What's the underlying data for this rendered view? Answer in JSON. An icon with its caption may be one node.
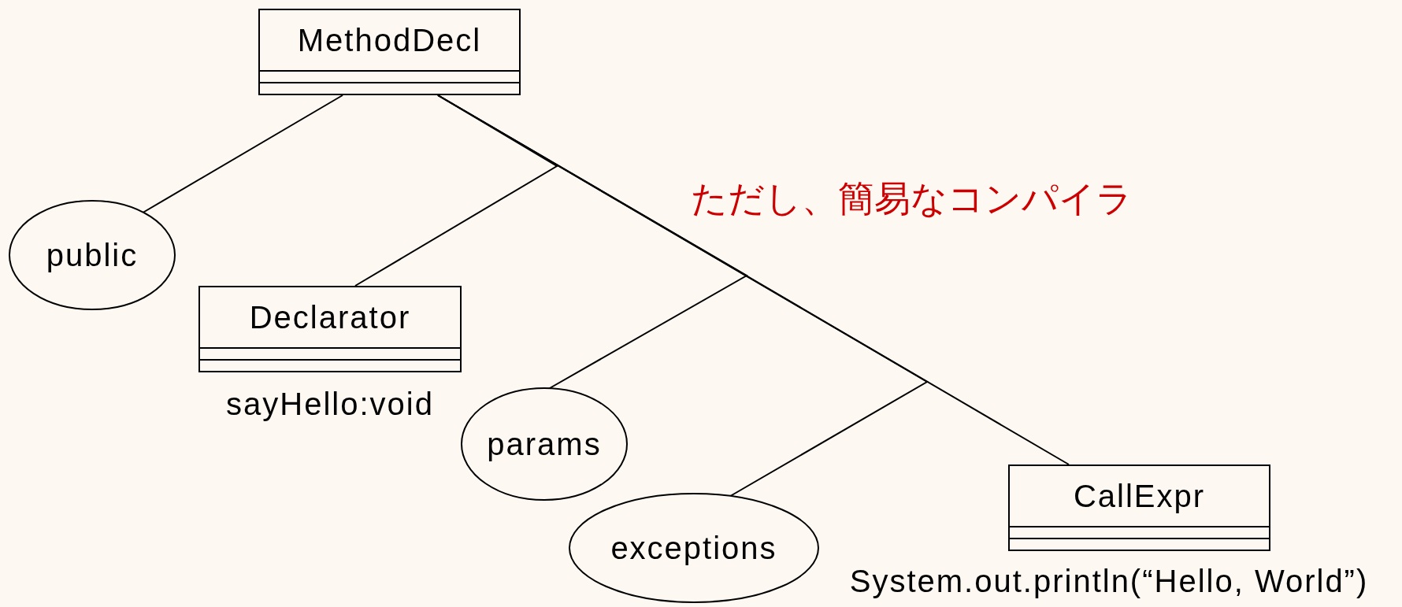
{
  "diagram": {
    "nodes": [
      {
        "text": [
          "MethodDecl"
        ]
      },
      {
        "text": [
          "public"
        ]
      },
      {
        "text": [
          "Declarator"
        ],
        "beside": [
          "sayHello:void"
        ]
      },
      {
        "text": [
          "params"
        ]
      },
      {
        "text": [
          "exceptions"
        ]
      },
      {
        "text": [
          "CallExpr"
        ],
        "beside": [
          "System.out.println(“Hello, World”)"
        ]
      }
    ],
    "edges": [
      {
        "from": 0,
        "to": 1,
        "arrow": "none"
      },
      {
        "from": 0,
        "to": 2,
        "arrow": "none"
      },
      {
        "from": 0,
        "to": 3,
        "arrow": "none"
      },
      {
        "from": 0,
        "to": 4,
        "arrow": "none"
      },
      {
        "from": 0,
        "to": 5,
        "arrow": "none"
      }
    ],
    "labels": [
      "ただし、簡易なコンパイラ"
    ]
  }
}
